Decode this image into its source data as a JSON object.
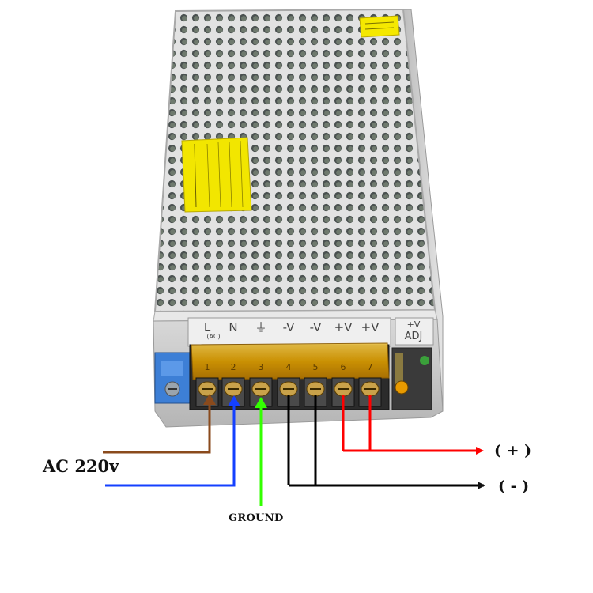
{
  "photo": {
    "subject": "switching-power-supply",
    "terminal_labels": [
      "L",
      "N",
      "⏚",
      "-V",
      "-V",
      "+V",
      "+V"
    ],
    "terminal_numbers": [
      "1",
      "2",
      "3",
      "4",
      "5",
      "6",
      "7"
    ],
    "adj_label_top": "+V",
    "adj_label_bottom": "ADJ",
    "ac_marking": "(AC)"
  },
  "callouts": {
    "ac_input": "AC 220v",
    "positive_output": "( + )",
    "negative_output": "( - )",
    "ground": "GROUND"
  },
  "colors": {
    "live_wire": "#8a4a1c",
    "neutral_wire": "#1440ff",
    "ground_wire": "#33ff00",
    "negative_wire": "#000000",
    "positive_wire": "#ff0000",
    "terminal_cover": "#e0a800",
    "casing": "#c9c9c9"
  }
}
